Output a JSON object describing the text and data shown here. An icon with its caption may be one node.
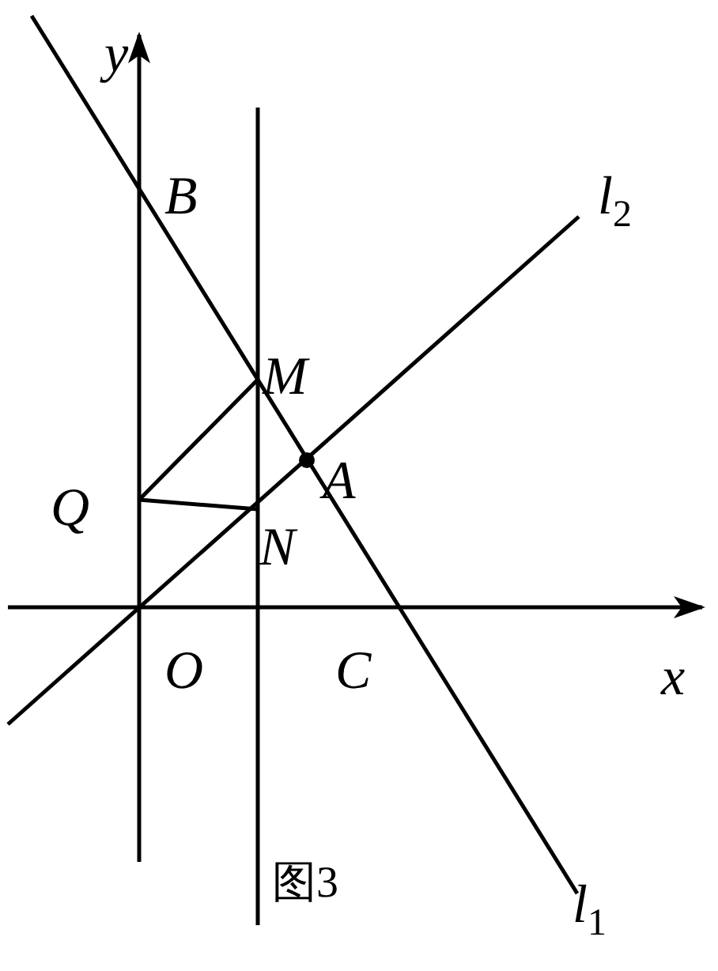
{
  "diagram": {
    "caption": "图3",
    "labels": [
      "y",
      "B",
      "l$_{2}$",
      "M",
      "A",
      "Q",
      "N",
      "O",
      "C",
      "x",
      "l$_{1}$"
    ]
  }
}
